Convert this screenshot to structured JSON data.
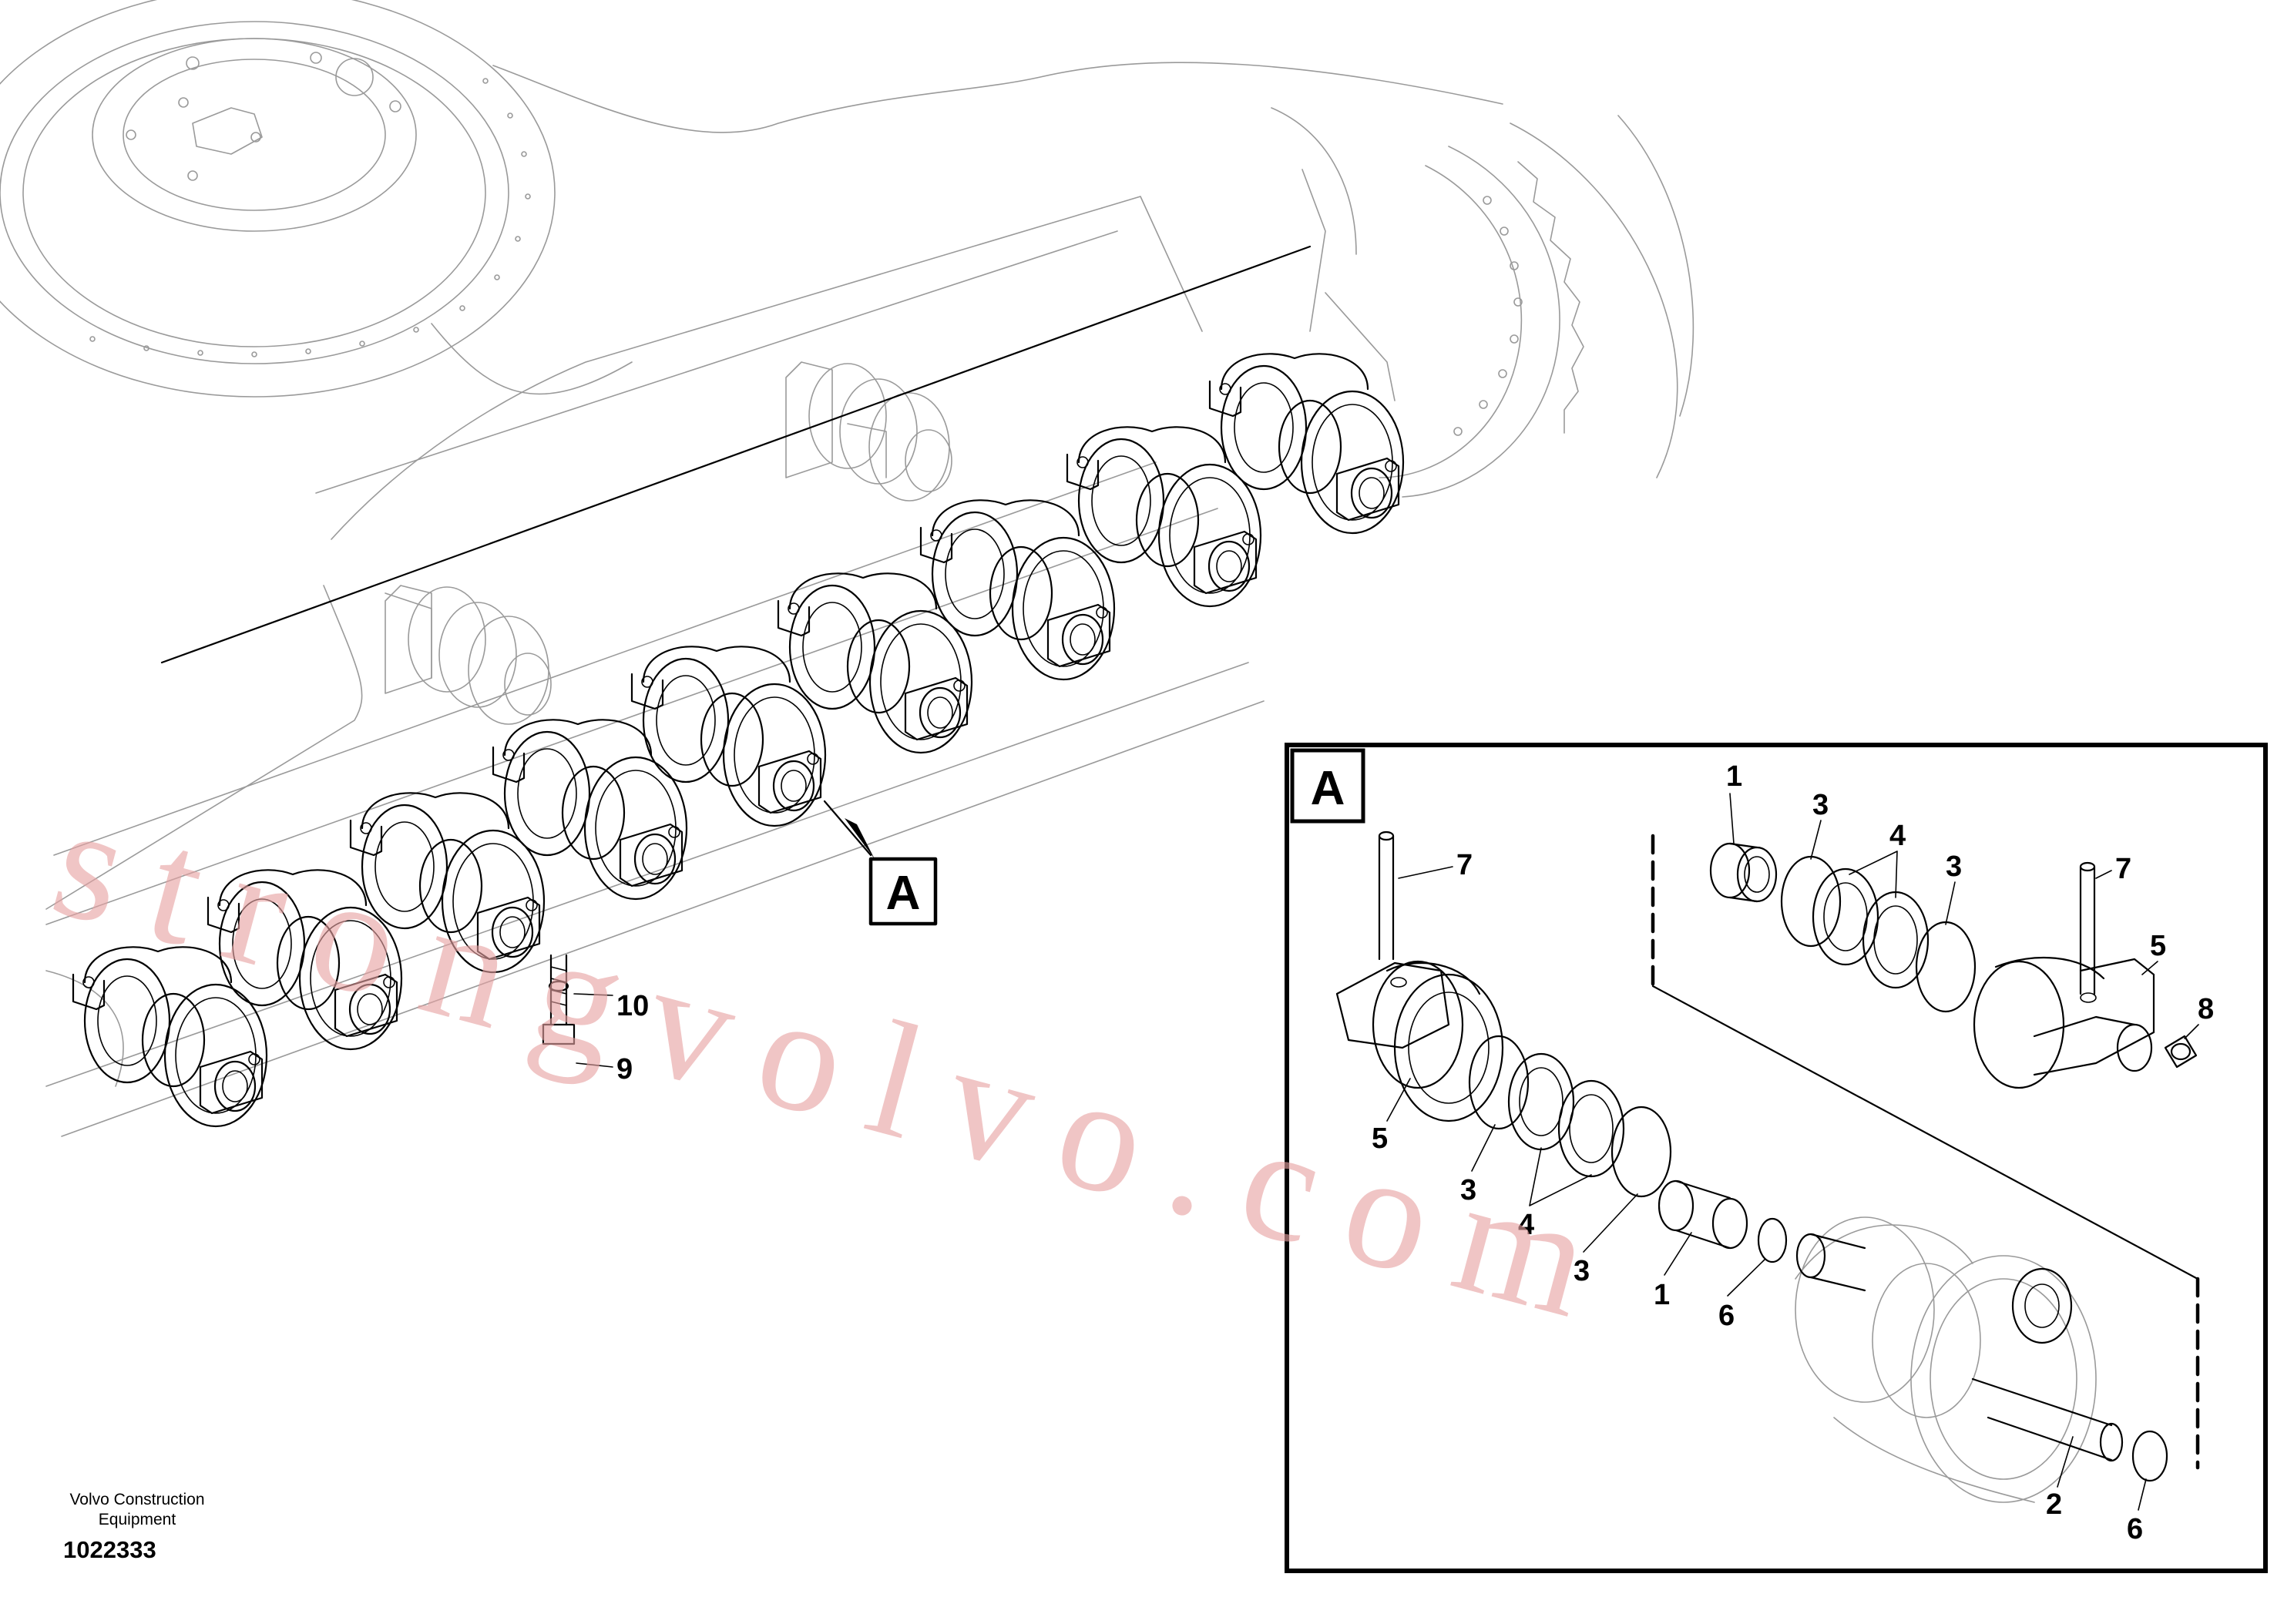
{
  "diagram": {
    "detail_label": "A",
    "callout_label": "A",
    "main_callouts": [
      "10",
      "9"
    ],
    "detail_callouts": [
      "1",
      "3",
      "4",
      "3",
      "7",
      "7",
      "5",
      "8",
      "5",
      "3",
      "4",
      "3",
      "1",
      "6",
      "2",
      "6"
    ]
  },
  "footer": {
    "company_line1": "Volvo Construction",
    "company_line2": "Equipment",
    "drawing_number": "1022333"
  },
  "watermark": {
    "text": "strongvolvo.com",
    "color": "#e6a1a1"
  }
}
